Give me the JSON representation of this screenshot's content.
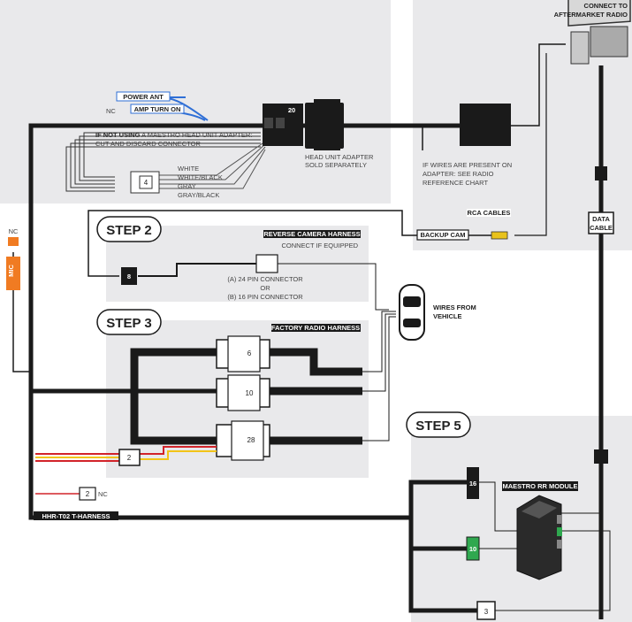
{
  "labels": {
    "connect_to_radio": [
      "CONNECT TO",
      "AFTERMARKET RADIO"
    ],
    "power_ant": "POWER ANT",
    "amp_turn_on": "AMP TURN ON",
    "nc": "NC",
    "if_not_using_bold": "IF NOT USING",
    "if_not_using_rest": "A MAESTRO HEAD UNIT ADAPTER:",
    "cut_discard": "CUT AND DISCARD CONNECTOR",
    "wire_white": "WHITE",
    "wire_white_black": "WHITE/BLACK",
    "wire_gray": "GRAY",
    "wire_gray_black": "GRAY/BLACK",
    "head_unit_adapter": [
      "HEAD UNIT ADAPTER",
      "SOLD SEPARATELY"
    ],
    "if_wires_present": [
      "IF WIRES ARE PRESENT ON",
      "ADAPTER: SEE RADIO",
      "REFERENCE CHART"
    ],
    "rca_cables": "RCA CABLES",
    "backup_cam": "BACKUP CAM",
    "data_cable": [
      "DATA",
      "CABLE"
    ],
    "step2": "STEP 2",
    "reverse_camera_harness": "REVERSE CAMERA HARNESS",
    "connect_if_equipped": "CONNECT IF EQUIPPED",
    "connector_a": "(A) 24 PIN CONNECTOR",
    "connector_or": "OR",
    "connector_b": "(B) 16 PIN CONNECTOR",
    "wires_from_vehicle": [
      "WIRES FROM",
      "VEHICLE"
    ],
    "step3": "STEP 3",
    "factory_radio_harness": "FACTORY RADIO HARNESS",
    "mic": "MIC",
    "step5": "STEP 5",
    "maestro_rr_module": "MAESTRO RR MODULE",
    "t_harness": "HHR-T02 T-HARNESS"
  },
  "pins": {
    "head_unit_connector": "20",
    "small_4": "4",
    "reverse_8": "8",
    "conn_6": "6",
    "conn_10": "10",
    "conn_28": "28",
    "conn_2a": "2",
    "conn_2b": "2",
    "mod_16": "16",
    "mod_10": "10",
    "mod_3": "3"
  },
  "icons": [
    "radio-icon",
    "car-icon",
    "maestro-module-icon",
    "rca-plug-icon"
  ],
  "colors": {
    "panel_gray": "#e9e9eb",
    "dark_panel": "#dcdcdf",
    "cable_black": "#1a1a1a",
    "wire_blue": "#2f6fd6",
    "wire_red": "#d2232a",
    "wire_yellow": "#f2c418",
    "accent_orange": "#f07b22",
    "connector_green": "#2fa84f",
    "connector_yellow": "#e8c21c"
  }
}
